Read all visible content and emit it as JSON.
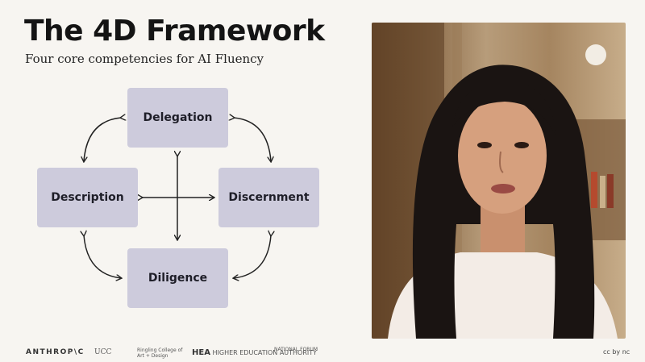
{
  "slide": {
    "title": "The 4D Framework",
    "subtitle": "Four core competencies for AI Fluency"
  },
  "framework": {
    "delegation": "Delegation",
    "description": "Description",
    "discernment": "Discernment",
    "diligence": "Diligence"
  },
  "footer": {
    "anthropic": "ANTHROP\\C",
    "ucc": "UCC",
    "ringling": "Ringling College of Art + Design",
    "hea": "HEA",
    "hea_sub": "HIGHER EDUCATION AUTHORITY",
    "forum": "NATIONAL FORUM",
    "license": "cc by nc"
  },
  "colors": {
    "background": "#f7f5f1",
    "box_fill": "#cdcbdc",
    "text": "#141414"
  }
}
